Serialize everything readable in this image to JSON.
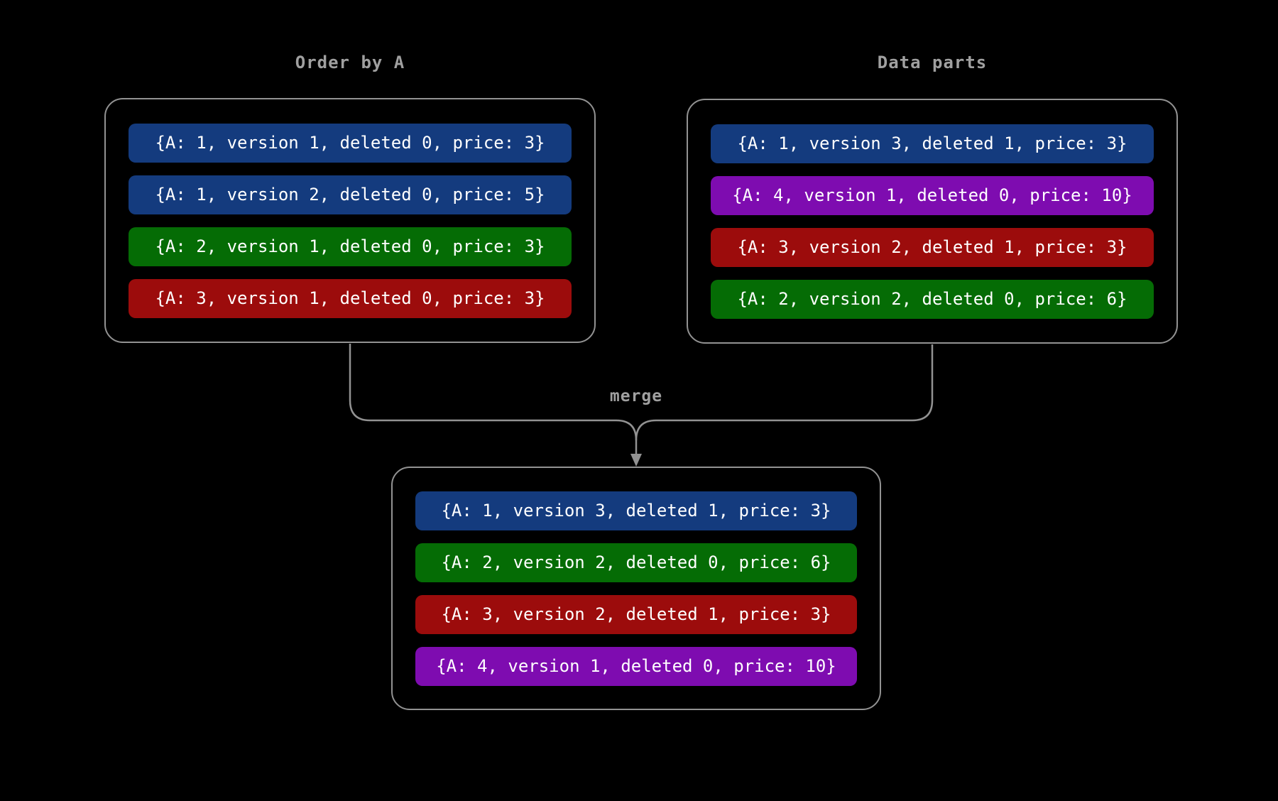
{
  "diagram": {
    "background": "#000000",
    "line_color": "#929292",
    "title_color": "#a0a0a0",
    "chip_text_color": "#ffffff",
    "merge_label": "merge"
  },
  "colors": {
    "blue": "#143b7e",
    "green": "#056c05",
    "red": "#9c0c0c",
    "purple": "#7e0cb0"
  },
  "groups": [
    {
      "title": "Order by A",
      "rows": [
        {
          "text": "{A: 1, version 1, deleted 0, price: 3}",
          "color": "#143b7e",
          "color_name": "blue"
        },
        {
          "text": "{A: 1, version 2, deleted 0, price: 5}",
          "color": "#143b7e",
          "color_name": "blue"
        },
        {
          "text": "{A: 2, version 1, deleted 0, price: 3}",
          "color": "#056c05",
          "color_name": "green"
        },
        {
          "text": "{A: 3, version 1, deleted 0, price: 3}",
          "color": "#9c0c0c",
          "color_name": "red"
        }
      ]
    },
    {
      "title": "Data parts",
      "rows": [
        {
          "text": "{A: 1, version 3, deleted 1, price: 3}",
          "color": "#143b7e",
          "color_name": "blue"
        },
        {
          "text": "{A: 4, version 1, deleted 0, price: 10}",
          "color": "#7e0cb0",
          "color_name": "purple"
        },
        {
          "text": "{A: 3, version 2, deleted 1, price: 3}",
          "color": "#9c0c0c",
          "color_name": "red"
        },
        {
          "text": "{A: 2, version 2, deleted 0, price: 6}",
          "color": "#056c05",
          "color_name": "green"
        }
      ]
    },
    {
      "title": "",
      "rows": [
        {
          "text": "{A: 1, version 3, deleted 1, price: 3}",
          "color": "#143b7e",
          "color_name": "blue"
        },
        {
          "text": "{A: 2, version 2, deleted 0, price: 6}",
          "color": "#056c05",
          "color_name": "green"
        },
        {
          "text": "{A: 3, version 2, deleted 1, price: 3}",
          "color": "#9c0c0c",
          "color_name": "red"
        },
        {
          "text": "{A: 4, version 1, deleted 0, price: 10}",
          "color": "#7e0cb0",
          "color_name": "purple"
        }
      ]
    }
  ]
}
